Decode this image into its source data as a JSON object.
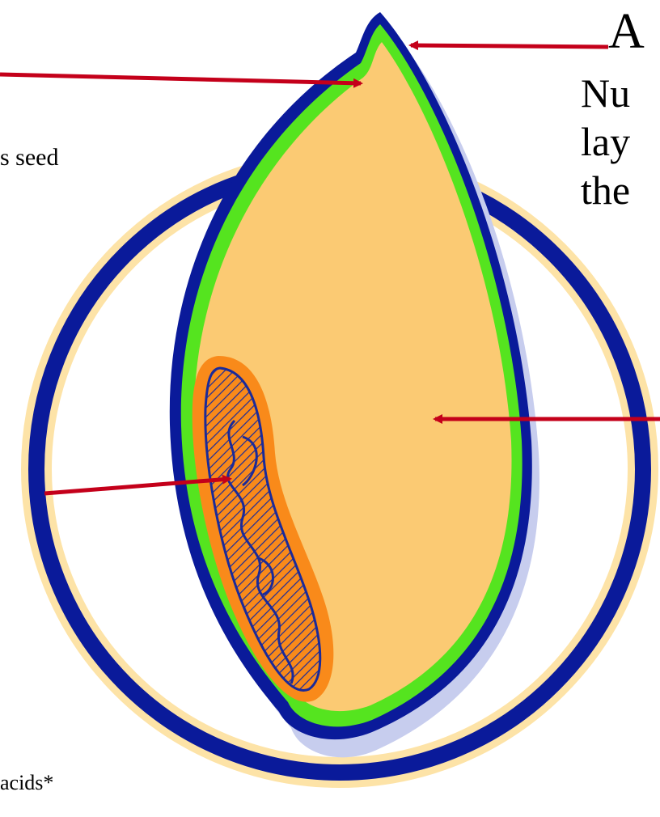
{
  "labels": {
    "seed_fragment": "s seed",
    "acids_fragment": "acids*",
    "heading_fragment": "A",
    "desc_line1": "Nu",
    "desc_line2": "lay",
    "desc_line3": "the"
  },
  "colors": {
    "outer_ring_blue": "#0a1a9a",
    "outer_ring_halo": "#fde3a7",
    "seed_coat_green": "#55e41f",
    "endosperm_tan": "#fbca73",
    "embryo_orange": "#f98a1a",
    "arrow_red": "#c4001a",
    "shadow_lavender": "#c7cdee"
  }
}
